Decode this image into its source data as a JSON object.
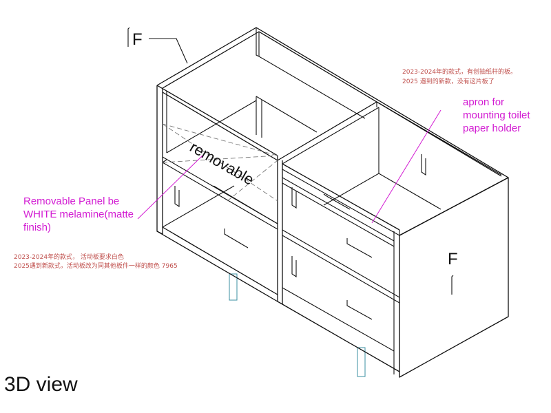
{
  "labels": {
    "f_top": "F",
    "f_side": "F",
    "removable": "removable",
    "view_title": "3D view"
  },
  "annotations": {
    "removable_panel": [
      "Removable Panel be",
      "WHITE melamine(matte",
      "finish)"
    ],
    "apron": [
      "apron for",
      "mounting toilet",
      "paper holder"
    ],
    "note_left": [
      "2023-2024年的款式， 活动板要求白色",
      "2025遇到新款式，活动板改为同其他板件一样的颜色 7965"
    ],
    "note_right": [
      "2023-2024年的款式，有创抽纸杆的板。",
      "2025 遇到的新款，没有这片板了"
    ]
  },
  "colors": {
    "line": "#111111",
    "annotation": "#d21ad2",
    "note": "#c0504d",
    "leg": "#3a8fa0"
  }
}
